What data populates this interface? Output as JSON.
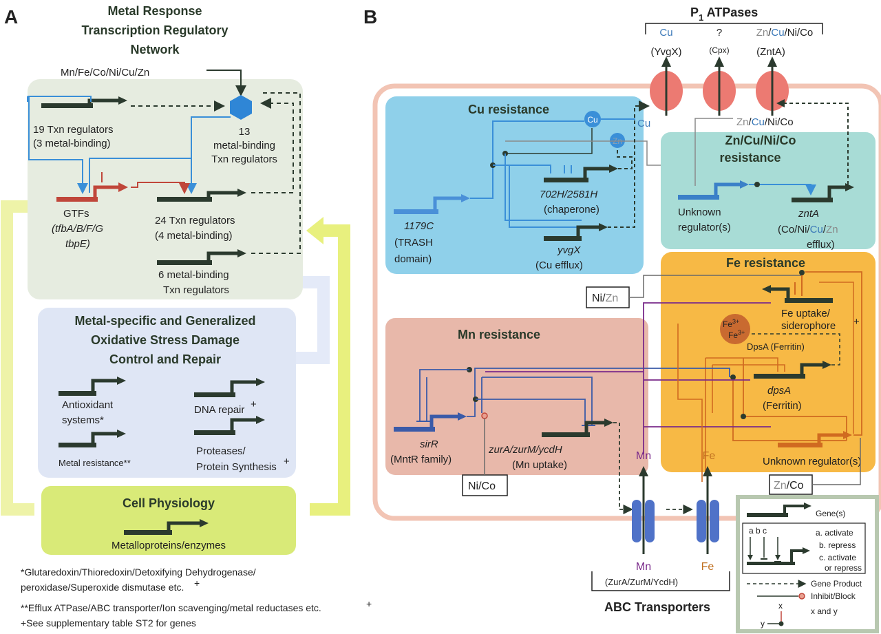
{
  "panel_a": {
    "letter": "A",
    "title_lines": [
      "Metal Response",
      "Transcription Regulatory",
      "Network"
    ],
    "metal_input": "Mn/Fe/Co/Ni/Cu/Zn",
    "reg19_line1": "19 Txn regulators",
    "reg19_line2": "(3 metal-binding)",
    "reg13_line1": "13",
    "reg13_line2": "metal-binding",
    "reg13_line3": "Txn regulators",
    "gtfs_line1": "GTFs",
    "gtfs_line2": "(tfbA/B/F/G",
    "gtfs_line3": "tbpE)",
    "reg24_line1": "24 Txn regulators",
    "reg24_line2": "(4 metal-binding)",
    "reg6_line1": "6 metal-binding",
    "reg6_line2": "Txn regulators",
    "stress_title": [
      "Metal-specific and Generalized",
      "Oxidative Stress Damage",
      "Control and Repair"
    ],
    "antiox_line1": "Antioxidant",
    "antiox_line2": "systems*",
    "dna_repair": "DNA repair",
    "metal_resistance": "Metal resistance**",
    "proteases_line1": "Proteases/",
    "proteases_line2": "Protein Synthesis",
    "plus": "+",
    "physiology_title": "Cell Physiology",
    "metalloproteins": "Metalloproteins/enzymes",
    "footnote1_line1": "*Glutaredoxin/Thioredoxin/Detoxifying Dehydrogenase/",
    "footnote1_line2": "peroxidase/Superoxide dismutase etc.",
    "footnote2": "**Efflux ATPase/ABC transporter/Ion scavenging/metal reductases etc.",
    "footnote3": "+See supplementary table ST2 for genes"
  },
  "panel_b": {
    "letter": "B",
    "p1_title": "P",
    "p1_sub": "1",
    "p1_rest": " ATPases",
    "atp_cu": "Cu",
    "atp_yvgx": "(YvgX)",
    "atp_q": "?",
    "atp_cpx": "(Cpx)",
    "atp_zn": "Zn",
    "atp_slash1": "/",
    "atp_cu2": "Cu",
    "atp_nico": "/Ni/Co",
    "atp_znta": "(ZntA)",
    "cu_box_title": "Cu resistance",
    "cu_node": "Cu",
    "zn_node": "Zn",
    "cu_label": "Cu",
    "gene_1179c": "1179C",
    "trash_line1": "(TRASH",
    "trash_line2": "domain)",
    "gene_702h": "702H/2581H",
    "chaperone": "(chaperone)",
    "gene_yvgx": "yvgX",
    "cu_efflux": "(Cu efflux)",
    "zn_input_zn": "Zn",
    "zn_input_cu": "Cu",
    "zn_input_nico": "/Ni/Co",
    "zn_box_line1": "Zn/Cu/Ni/Co",
    "zn_box_line2": "resistance",
    "unknown_reg_line1": "Unknown",
    "unknown_reg_line2": "regulator(s)",
    "gene_znta": "zntA",
    "znta_line1_a": "(Co/Ni/",
    "znta_line1_b": "Cu",
    "znta_line1_c": "/",
    "znta_line1_d": "Zn",
    "znta_line2": "efflux)",
    "fe_box_title": "Fe resistance",
    "nizn_ni": "Ni/",
    "nizn_zn": "Zn",
    "fe_uptake_line1": "Fe uptake/",
    "fe_uptake_line2": "siderophore",
    "fe3_1": "Fe",
    "fe3_2": "Fe",
    "fe3_sup": "3+",
    "dpsa_ferritin": "DpsA (Ferritin)",
    "gene_dpsa": "dpsA",
    "ferritin": "(Ferritin)",
    "unknown_reg_fe": "Unknown regulator(s)",
    "znco_zn": "Zn",
    "znco_co": "/Co",
    "mn_box_title": "Mn resistance",
    "gene_sirr": "sirR",
    "mntr": "(MntR family)",
    "gene_zura": "zurA/zurM/ycdH",
    "mn_uptake": "(Mn uptake)",
    "nico_box": "Ni/Co",
    "mn_top": "Mn",
    "fe_top": "Fe",
    "mn_bottom": "Mn",
    "fe_bottom": "Fe",
    "abc_sub": "(ZurA/ZurM/YcdH)",
    "abc_title": "ABC Transporters"
  },
  "legend": {
    "genes": "Gene(s)",
    "abc_letters": "a  b  c",
    "activate": "a. activate",
    "repress": "b. repress",
    "act_or_rep_line1": "c. activate",
    "act_or_rep_line2": "or repress",
    "gene_product": "Gene Product",
    "inhibit": "Inhibit/Block",
    "x": "x",
    "y": "y",
    "x_and_y": "x and y"
  },
  "colors": {
    "dark_gene": "#2b3a2e",
    "blue": "#3a8fd8",
    "red": "#c0463a",
    "purple": "#7a2a8a",
    "orange": "#d06a20",
    "cu_box": "#8fd0ea",
    "zn_box": "#a8dcd6",
    "fe_box": "#f7b945",
    "mn_box": "#e8b8aa",
    "network_box": "#e6ece0",
    "stress_box": "#dfe6f5",
    "physiology_box": "#d9ea78",
    "atpase": "#ec7a72",
    "transporter": "#4f72c8"
  }
}
